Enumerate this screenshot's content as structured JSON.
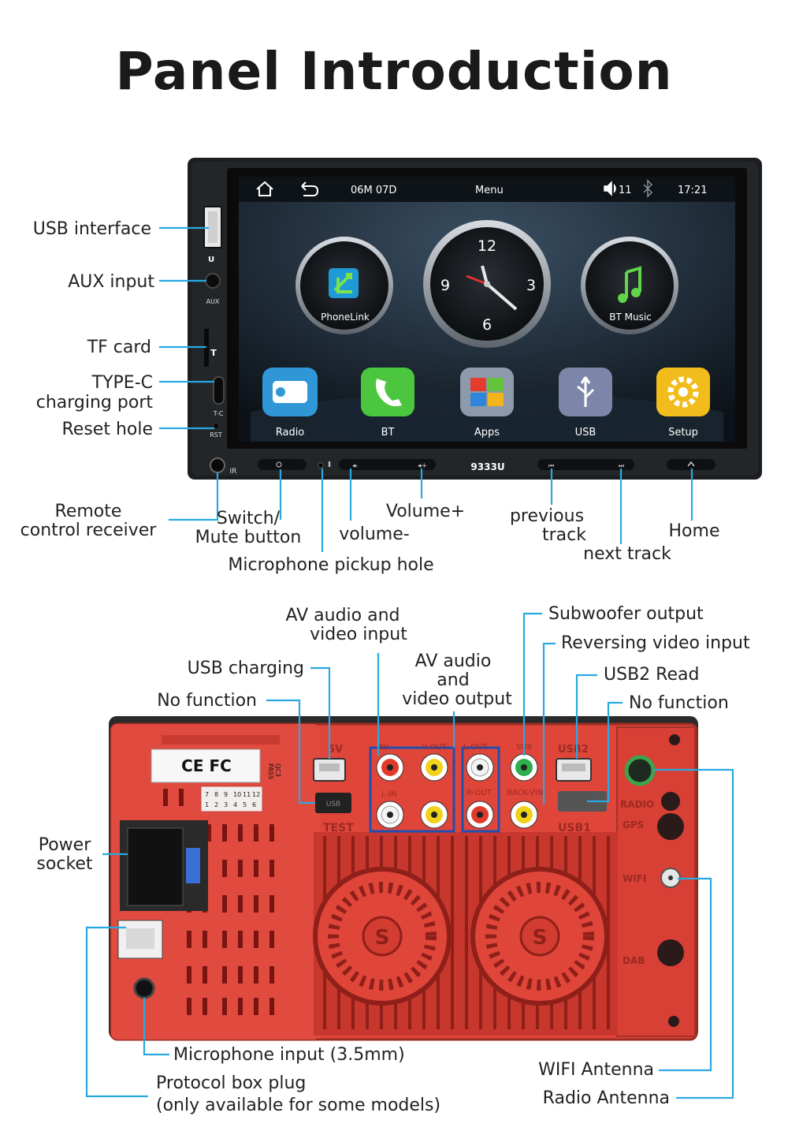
{
  "title": "Panel Introduction",
  "screen": {
    "date": "06M 07D",
    "menu": "Menu",
    "volume": "11",
    "time": "17:21",
    "widgets": {
      "phonelink": "PhoneLink",
      "bt_music": "BT Music",
      "clock_12": "12",
      "clock_3": "3",
      "clock_6": "6",
      "clock_9": "9"
    },
    "apps": [
      "Radio",
      "BT",
      "Apps",
      "USB",
      "Setup"
    ]
  },
  "panel": {
    "model": "9333U",
    "port_marks": {
      "u": "U",
      "aux": "AUX",
      "t": "T",
      "tc": "T-C",
      "rst": "RST",
      "ir": "IR"
    }
  },
  "front_labels": {
    "usb": "USB interface",
    "aux": "AUX input",
    "tf": "TF card",
    "typec_1": "TYPE-C",
    "typec_2": "charging port",
    "reset": "Reset hole",
    "remote_1": "Remote",
    "remote_2": "control receiver",
    "switch_1": "Switch/",
    "switch_2": "Mute button",
    "mic_hole": "Microphone pickup hole",
    "vol_plus": "Volume+",
    "vol_minus": "volume-",
    "prev_1": "previous",
    "prev_2": "track",
    "next": "next track",
    "home": "Home"
  },
  "back_labels": {
    "av_in_1": "AV audio and",
    "av_in_2": "video input",
    "usb_charging": "USB charging",
    "no_function_left": "No function",
    "av_out_1": "AV audio",
    "av_out_2": "and",
    "av_out_3": "video output",
    "subwoofer": "Subwoofer output",
    "reversing": "Reversing video input",
    "usb2": "USB2 Read",
    "no_function_right": "No function",
    "power_1": "Power",
    "power_2": "socket",
    "mic_input": "Microphone input (3.5mm)",
    "protocol_1": "Protocol box plug",
    "protocol_2": "(only available for some models)",
    "wifi": "WIFI Antenna",
    "radio": "Radio Antenna"
  },
  "back_panel_marks": {
    "v5": "5V",
    "v_out": "V-OUT",
    "l_out": "L-OUT",
    "sub": "SUB",
    "usb2": "USB2",
    "l_in": "L-IN",
    "r_out": "R-OUT",
    "back_vin": "BACK-VIN",
    "usb": "USB",
    "usb1": "USB1",
    "test": "TEST",
    "radio": "RADIO",
    "gps": "GPS",
    "wifi": "WIFI",
    "dab": "DAB",
    "s": "S",
    "qc": "QC3",
    "pass": "PASS",
    "cert": "CE FC",
    "pins": [
      "7",
      "8",
      "9",
      "10",
      "11",
      "12",
      "1",
      "2",
      "3",
      "4",
      "5",
      "6"
    ]
  },
  "colors": {
    "leader": "#29a9e1",
    "housing": "#e0453a",
    "screen": "#111111"
  }
}
